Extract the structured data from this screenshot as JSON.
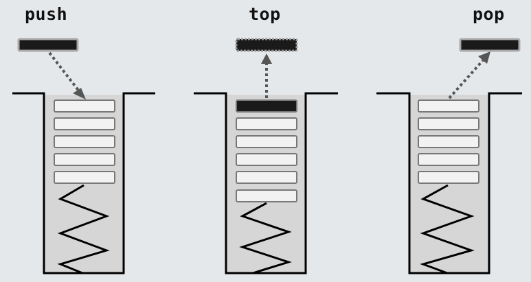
{
  "diagram": {
    "panels": [
      {
        "id": "push",
        "label": "push",
        "element_count": 5,
        "action": "insert-into-stack"
      },
      {
        "id": "top",
        "label": "top",
        "element_count": 6,
        "action": "read-top-element"
      },
      {
        "id": "pop",
        "label": "pop",
        "element_count": 5,
        "action": "remove-from-stack"
      }
    ],
    "colors": {
      "background": "#e5e8eb",
      "container_fill": "#d6d6d6",
      "element_fill": "#f2f2f2",
      "element_border": "#777777",
      "active_element": "#1a1a1a",
      "arrow": "#555555"
    }
  }
}
